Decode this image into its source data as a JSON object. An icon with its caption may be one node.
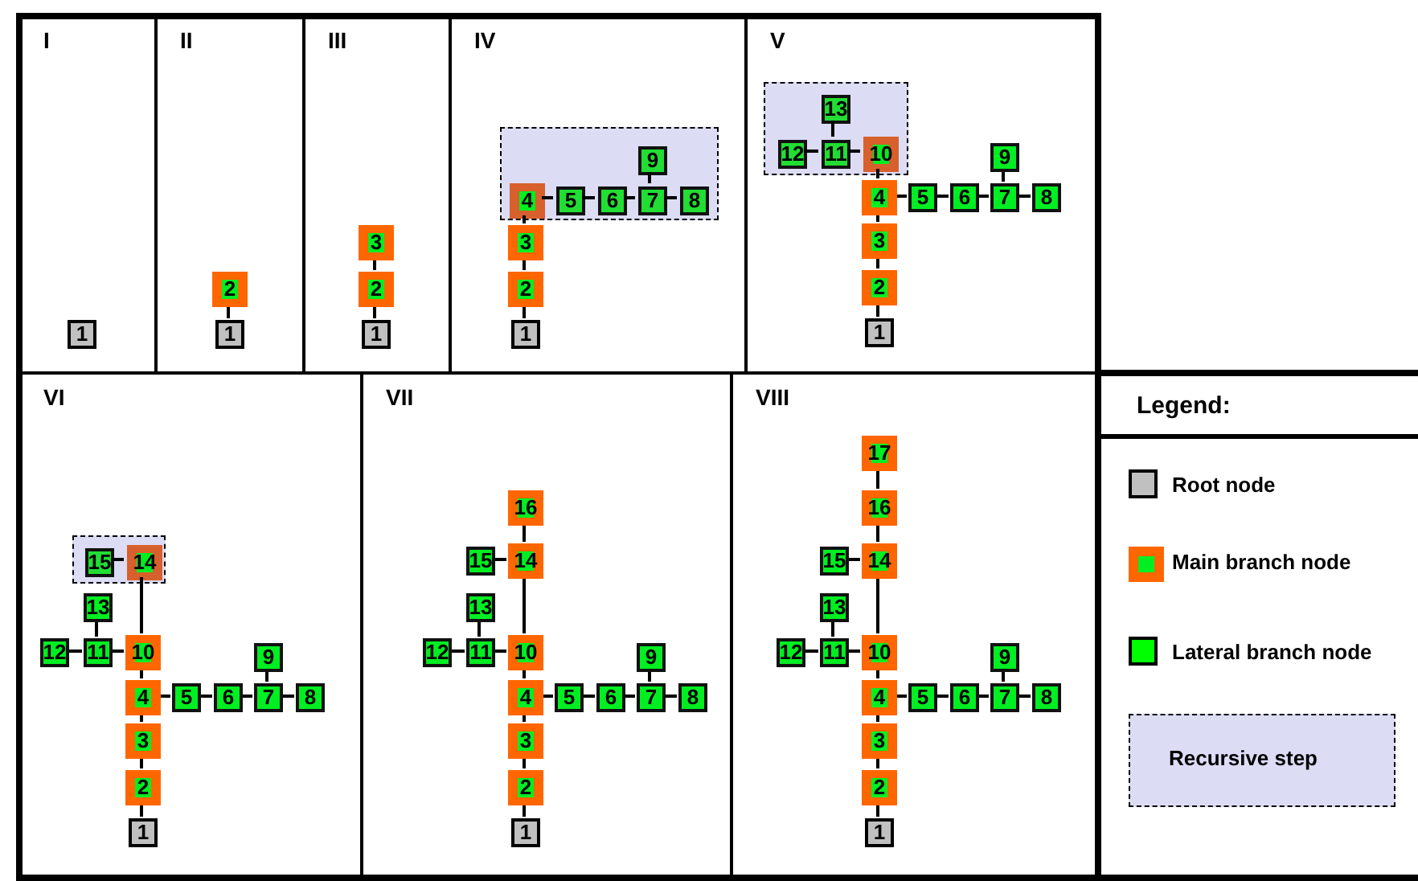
{
  "diagram": {
    "nodes": [
      {
        "text": [
          "I"
        ]
      },
      {
        "text": [
          "1"
        ],
        "in": 0
      },
      {
        "text": [
          "II"
        ]
      },
      {
        "text": [
          "1"
        ],
        "in": 2
      },
      {
        "text": [
          "2"
        ],
        "in": 2
      },
      {
        "text": [
          "III"
        ]
      },
      {
        "text": [
          "1"
        ],
        "in": 5
      },
      {
        "text": [
          "2"
        ],
        "in": 5
      },
      {
        "text": [
          "3"
        ],
        "in": 5
      },
      {
        "text": [
          "IV"
        ]
      },
      {
        "text": [],
        "shape": "box",
        "in": 9
      },
      {
        "text": [
          "1"
        ],
        "in": 9
      },
      {
        "text": [
          "2"
        ],
        "in": 9
      },
      {
        "text": [
          "3"
        ],
        "in": 9
      },
      {
        "text": [
          "4"
        ],
        "in": 10
      },
      {
        "text": [
          "5"
        ],
        "in": 10
      },
      {
        "text": [
          "6"
        ],
        "in": 10
      },
      {
        "text": [
          "7"
        ],
        "in": 10
      },
      {
        "text": [
          "8"
        ],
        "in": 10
      },
      {
        "text": [
          "9"
        ],
        "in": 10
      },
      {
        "text": [
          "V"
        ]
      },
      {
        "text": [],
        "shape": "box",
        "in": 20
      },
      {
        "text": [
          "1"
        ],
        "in": 20
      },
      {
        "text": [
          "2"
        ],
        "in": 20
      },
      {
        "text": [
          "3"
        ],
        "in": 20
      },
      {
        "text": [
          "4"
        ],
        "in": 20
      },
      {
        "text": [
          "5"
        ],
        "in": 20
      },
      {
        "text": [
          "6"
        ],
        "in": 20
      },
      {
        "text": [
          "7"
        ],
        "in": 20
      },
      {
        "text": [
          "8"
        ],
        "in": 20
      },
      {
        "text": [
          "9"
        ],
        "in": 20
      },
      {
        "text": [
          "10"
        ],
        "in": 21
      },
      {
        "text": [
          "11"
        ],
        "in": 21
      },
      {
        "text": [
          "12"
        ],
        "in": 21
      },
      {
        "text": [
          "13"
        ],
        "in": 21
      },
      {
        "text": [
          "VI"
        ]
      },
      {
        "text": [],
        "shape": "box",
        "in": 35
      },
      {
        "text": [
          "1"
        ],
        "in": 35
      },
      {
        "text": [
          "2"
        ],
        "in": 35
      },
      {
        "text": [
          "3"
        ],
        "in": 35
      },
      {
        "text": [
          "4"
        ],
        "in": 35
      },
      {
        "text": [
          "5"
        ],
        "in": 35
      },
      {
        "text": [
          "6"
        ],
        "in": 35
      },
      {
        "text": [
          "7"
        ],
        "in": 35
      },
      {
        "text": [
          "8"
        ],
        "in": 35
      },
      {
        "text": [
          "9"
        ],
        "in": 35
      },
      {
        "text": [
          "10"
        ],
        "in": 35
      },
      {
        "text": [
          "11"
        ],
        "in": 35
      },
      {
        "text": [
          "12"
        ],
        "in": 35
      },
      {
        "text": [
          "13"
        ],
        "in": 35
      },
      {
        "text": [
          "14"
        ],
        "in": 36
      },
      {
        "text": [
          "15"
        ],
        "in": 36
      },
      {
        "text": [
          "VII"
        ]
      },
      {
        "text": [
          "1"
        ],
        "in": 52
      },
      {
        "text": [
          "2"
        ],
        "in": 52
      },
      {
        "text": [
          "3"
        ],
        "in": 52
      },
      {
        "text": [
          "4"
        ],
        "in": 52
      },
      {
        "text": [
          "5"
        ],
        "in": 52
      },
      {
        "text": [
          "6"
        ],
        "in": 52
      },
      {
        "text": [
          "7"
        ],
        "in": 52
      },
      {
        "text": [
          "8"
        ],
        "in": 52
      },
      {
        "text": [
          "9"
        ],
        "in": 52
      },
      {
        "text": [
          "10"
        ],
        "in": 52
      },
      {
        "text": [
          "11"
        ],
        "in": 52
      },
      {
        "text": [
          "12"
        ],
        "in": 52
      },
      {
        "text": [
          "13"
        ],
        "in": 52
      },
      {
        "text": [
          "14"
        ],
        "in": 52
      },
      {
        "text": [
          "15"
        ],
        "in": 52
      },
      {
        "text": [
          "16"
        ],
        "in": 52
      },
      {
        "text": [
          "VIII"
        ]
      },
      {
        "text": [
          "1"
        ],
        "in": 69
      },
      {
        "text": [
          "2"
        ],
        "in": 69
      },
      {
        "text": [
          "3"
        ],
        "in": 69
      },
      {
        "text": [
          "4"
        ],
        "in": 69
      },
      {
        "text": [
          "5"
        ],
        "in": 69
      },
      {
        "text": [
          "6"
        ],
        "in": 69
      },
      {
        "text": [
          "7"
        ],
        "in": 69
      },
      {
        "text": [
          "8"
        ],
        "in": 69
      },
      {
        "text": [
          "9"
        ],
        "in": 69
      },
      {
        "text": [
          "10"
        ],
        "in": 69
      },
      {
        "text": [
          "11"
        ],
        "in": 69
      },
      {
        "text": [
          "12"
        ],
        "in": 69
      },
      {
        "text": [
          "13"
        ],
        "in": 69
      },
      {
        "text": [
          "14"
        ],
        "in": 69
      },
      {
        "text": [
          "15"
        ],
        "in": 69
      },
      {
        "text": [
          "16"
        ],
        "in": 69
      },
      {
        "text": [
          "17"
        ],
        "in": 69
      }
    ],
    "edges": [
      {
        "from": 3,
        "to": 4,
        "arrow": "none"
      },
      {
        "from": 6,
        "to": 7,
        "arrow": "none"
      },
      {
        "from": 7,
        "to": 8,
        "arrow": "none"
      },
      {
        "from": 11,
        "to": 12,
        "arrow": "none"
      },
      {
        "from": 12,
        "to": 13,
        "arrow": "none"
      },
      {
        "from": 13,
        "to": 14,
        "arrow": "none"
      },
      {
        "from": 14,
        "to": 15,
        "arrow": "none"
      },
      {
        "from": 15,
        "to": 16,
        "arrow": "none"
      },
      {
        "from": 16,
        "to": 17,
        "arrow": "none"
      },
      {
        "from": 17,
        "to": 18,
        "arrow": "none"
      },
      {
        "from": 17,
        "to": 19,
        "arrow": "none"
      },
      {
        "from": 22,
        "to": 23,
        "arrow": "none"
      },
      {
        "from": 23,
        "to": 24,
        "arrow": "none"
      },
      {
        "from": 24,
        "to": 25,
        "arrow": "none"
      },
      {
        "from": 25,
        "to": 26,
        "arrow": "none"
      },
      {
        "from": 26,
        "to": 27,
        "arrow": "none"
      },
      {
        "from": 27,
        "to": 28,
        "arrow": "none"
      },
      {
        "from": 28,
        "to": 29,
        "arrow": "none"
      },
      {
        "from": 28,
        "to": 30,
        "arrow": "none"
      },
      {
        "from": 25,
        "to": 31,
        "arrow": "none"
      },
      {
        "from": 31,
        "to": 32,
        "arrow": "none"
      },
      {
        "from": 32,
        "to": 33,
        "arrow": "none"
      },
      {
        "from": 32,
        "to": 34,
        "arrow": "none"
      },
      {
        "from": 37,
        "to": 38,
        "arrow": "none"
      },
      {
        "from": 38,
        "to": 39,
        "arrow": "none"
      },
      {
        "from": 39,
        "to": 40,
        "arrow": "none"
      },
      {
        "from": 40,
        "to": 41,
        "arrow": "none"
      },
      {
        "from": 41,
        "to": 42,
        "arrow": "none"
      },
      {
        "from": 42,
        "to": 43,
        "arrow": "none"
      },
      {
        "from": 43,
        "to": 44,
        "arrow": "none"
      },
      {
        "from": 43,
        "to": 45,
        "arrow": "none"
      },
      {
        "from": 40,
        "to": 46,
        "arrow": "none"
      },
      {
        "from": 46,
        "to": 47,
        "arrow": "none"
      },
      {
        "from": 47,
        "to": 48,
        "arrow": "none"
      },
      {
        "from": 47,
        "to": 49,
        "arrow": "none"
      },
      {
        "from": 46,
        "to": 50,
        "arrow": "none"
      },
      {
        "from": 50,
        "to": 51,
        "arrow": "none"
      },
      {
        "from": 53,
        "to": 54,
        "arrow": "none"
      },
      {
        "from": 54,
        "to": 55,
        "arrow": "none"
      },
      {
        "from": 55,
        "to": 56,
        "arrow": "none"
      },
      {
        "from": 56,
        "to": 57,
        "arrow": "none"
      },
      {
        "from": 57,
        "to": 58,
        "arrow": "none"
      },
      {
        "from": 58,
        "to": 59,
        "arrow": "none"
      },
      {
        "from": 59,
        "to": 60,
        "arrow": "none"
      },
      {
        "from": 59,
        "to": 61,
        "arrow": "none"
      },
      {
        "from": 56,
        "to": 62,
        "arrow": "none"
      },
      {
        "from": 62,
        "to": 63,
        "arrow": "none"
      },
      {
        "from": 63,
        "to": 64,
        "arrow": "none"
      },
      {
        "from": 63,
        "to": 65,
        "arrow": "none"
      },
      {
        "from": 62,
        "to": 66,
        "arrow": "none"
      },
      {
        "from": 66,
        "to": 67,
        "arrow": "none"
      },
      {
        "from": 66,
        "to": 68,
        "arrow": "none"
      },
      {
        "from": 70,
        "to": 71,
        "arrow": "none"
      },
      {
        "from": 71,
        "to": 72,
        "arrow": "none"
      },
      {
        "from": 72,
        "to": 73,
        "arrow": "none"
      },
      {
        "from": 73,
        "to": 74,
        "arrow": "none"
      },
      {
        "from": 74,
        "to": 75,
        "arrow": "none"
      },
      {
        "from": 75,
        "to": 76,
        "arrow": "none"
      },
      {
        "from": 76,
        "to": 77,
        "arrow": "none"
      },
      {
        "from": 76,
        "to": 78,
        "arrow": "none"
      },
      {
        "from": 73,
        "to": 79,
        "arrow": "none"
      },
      {
        "from": 79,
        "to": 80,
        "arrow": "none"
      },
      {
        "from": 80,
        "to": 81,
        "arrow": "none"
      },
      {
        "from": 80,
        "to": 82,
        "arrow": "none"
      },
      {
        "from": 79,
        "to": 83,
        "arrow": "none"
      },
      {
        "from": 83,
        "to": 84,
        "arrow": "none"
      },
      {
        "from": 83,
        "to": 85,
        "arrow": "none"
      },
      {
        "from": 85,
        "to": 86,
        "arrow": "none"
      }
    ],
    "labels": [
      "Legend:"
    ],
    "legend": [
      {
        "text": "Root node",
        "color": "#c0c0c0"
      },
      {
        "text": "Main branch node"
      },
      {
        "text": "Lateral branch node",
        "color": "#00ff00"
      },
      {
        "text": "Recursive step",
        "color": "#dcdcf5"
      }
    ]
  }
}
